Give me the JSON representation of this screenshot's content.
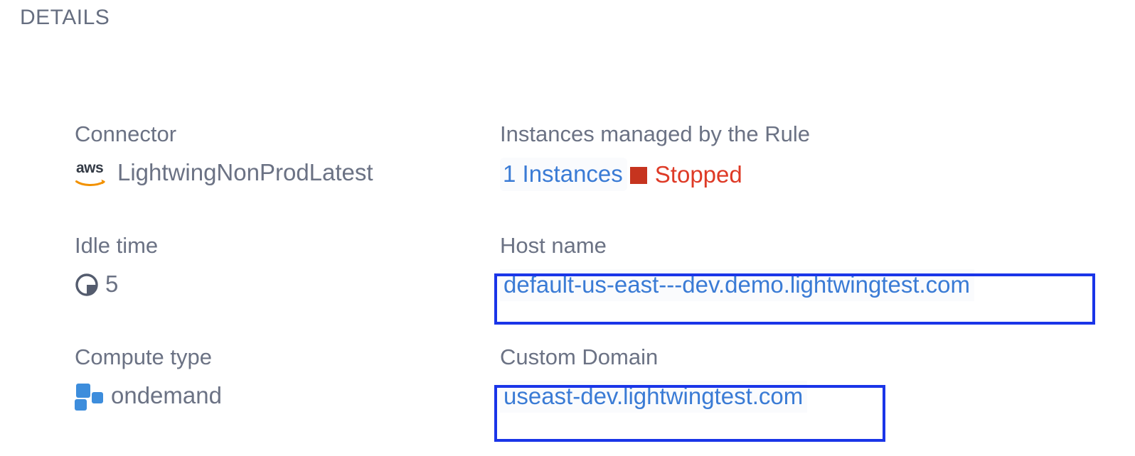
{
  "section": {
    "title": "DETAILS"
  },
  "colors": {
    "label": "#6b7284",
    "value": "#6b7284",
    "link": "#3a7bd5",
    "status_stopped": "#de3a26",
    "status_dot": "#c6341f",
    "annotation_border": "#1a35e8",
    "compute_icon": "#3d8ddc",
    "aws_swoosh": "#f29100"
  },
  "fields": {
    "left": [
      {
        "label": "Connector",
        "value": "LightwingNonProdLatest",
        "icon": "aws-icon"
      },
      {
        "label": "Idle time",
        "value": "5",
        "icon": "clock-icon"
      },
      {
        "label": "Compute type",
        "value": "ondemand",
        "icon": "compute-squares-icon"
      }
    ],
    "right": [
      {
        "label": "Instances managed by the Rule",
        "link_text": "1 Instances",
        "status_text": "Stopped",
        "status_icon": "stopped-square-icon"
      },
      {
        "label": "Host name",
        "value": "default-us-east---dev.demo.lightwingtest.com",
        "highlighted": true
      },
      {
        "label": "Custom Domain",
        "value": "useast-dev.lightwingtest.com",
        "highlighted": true
      }
    ]
  }
}
